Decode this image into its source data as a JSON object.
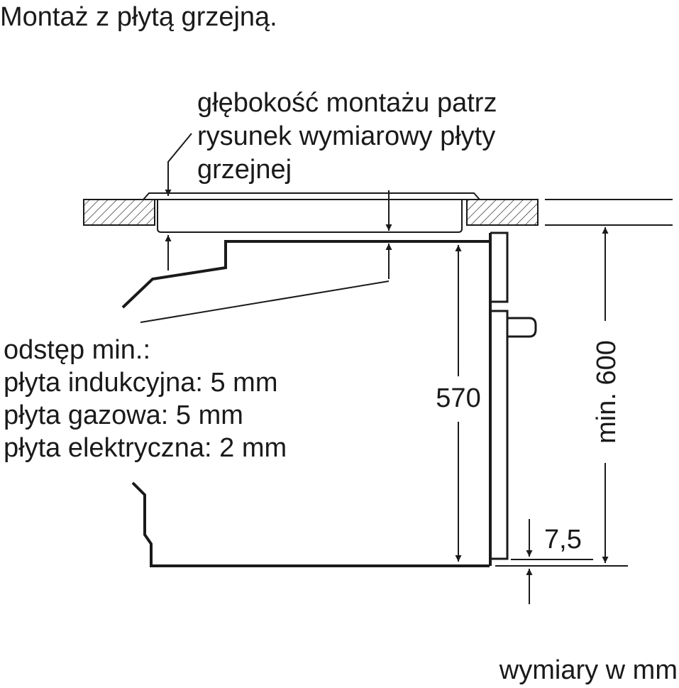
{
  "title": "Montaż z płytą grzejną.",
  "depth_note": [
    "głębokość montażu patrz",
    "rysunek wymiarowy płyty",
    "grzejnej"
  ],
  "clearance": {
    "heading": "odstęp min.:",
    "lines": [
      "płyta indukcyjna: 5 mm",
      "płyta gazowa: 5 mm",
      "płyta elektryczna: 2 mm"
    ]
  },
  "dimensions": {
    "height_570": "570",
    "min_600": "min. 600",
    "offset_7_5": "7,5"
  },
  "units_note": "wymiary w mm",
  "colors": {
    "line": "#1a1a1a",
    "background": "#ffffff"
  }
}
